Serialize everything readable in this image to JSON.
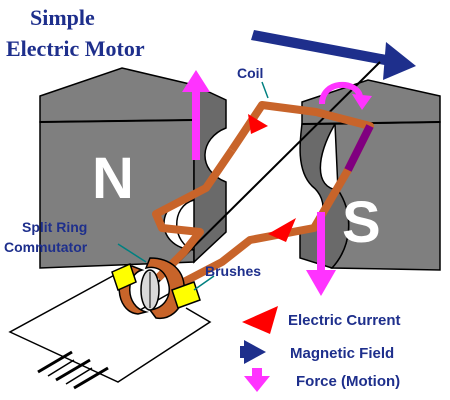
{
  "title": {
    "line1": "Simple",
    "line2": "Electric Motor"
  },
  "magnets": {
    "north": "N",
    "south": "S"
  },
  "labels": {
    "coil": "Coil",
    "commutator_line1": "Split Ring",
    "commutator_line2": "Commutator",
    "brushes": "Brushes"
  },
  "legend": {
    "current": "Electric Current",
    "field": "Magnetic Field",
    "force": "Force (Motion)"
  },
  "colors": {
    "coil": "#c8642a",
    "current": "#ff0000",
    "field": "#1e2f8c",
    "force": "#ff33ff",
    "magnet": "#808080",
    "brush": "#ffff00",
    "text": "#1e2f8c"
  }
}
